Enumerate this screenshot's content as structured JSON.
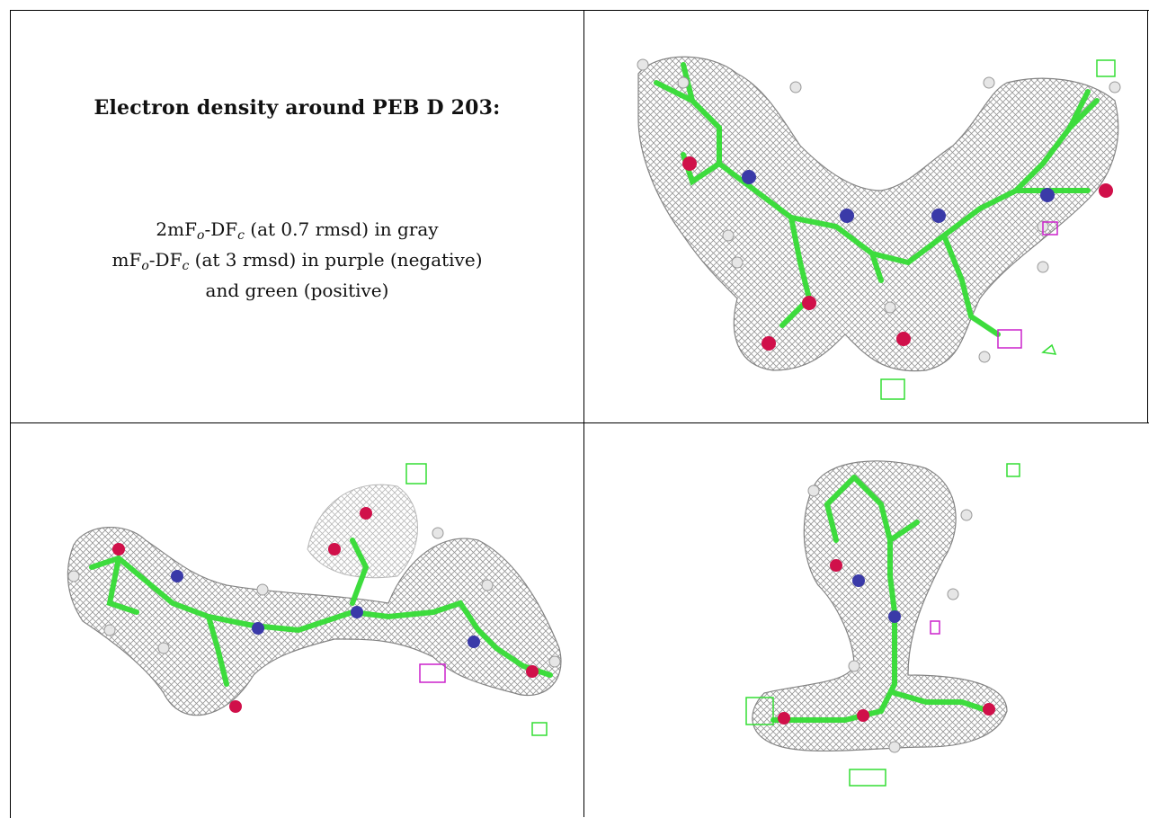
{
  "caption": {
    "title": "Electron density around PEB D 203:",
    "line1_prefix": "2mF",
    "line1_sub1": "o",
    "line1_mid": "-DF",
    "line1_sub2": "c",
    "line1_suffix": " (at 0.7 rmsd) in gray",
    "line2_prefix": "mF",
    "line2_sub1": "o",
    "line2_mid": "-DF",
    "line2_sub2": "c",
    "line2_suffix": " (at 3 rmsd) in purple (negative)",
    "line3": "and green (positive)"
  },
  "colors": {
    "mesh_gray": "#8a8a8a",
    "carbon_green": "#3ddc3d",
    "nitrogen_blue": "#3a3aa8",
    "oxygen_red": "#d0104a",
    "negative_purple": "#cc22cc",
    "positive_green": "#33dd33",
    "hydrogen_white": "#e6e6e6"
  },
  "panels": [
    {
      "name": "density-view-front"
    },
    {
      "name": "density-view-side"
    },
    {
      "name": "density-view-top"
    }
  ]
}
